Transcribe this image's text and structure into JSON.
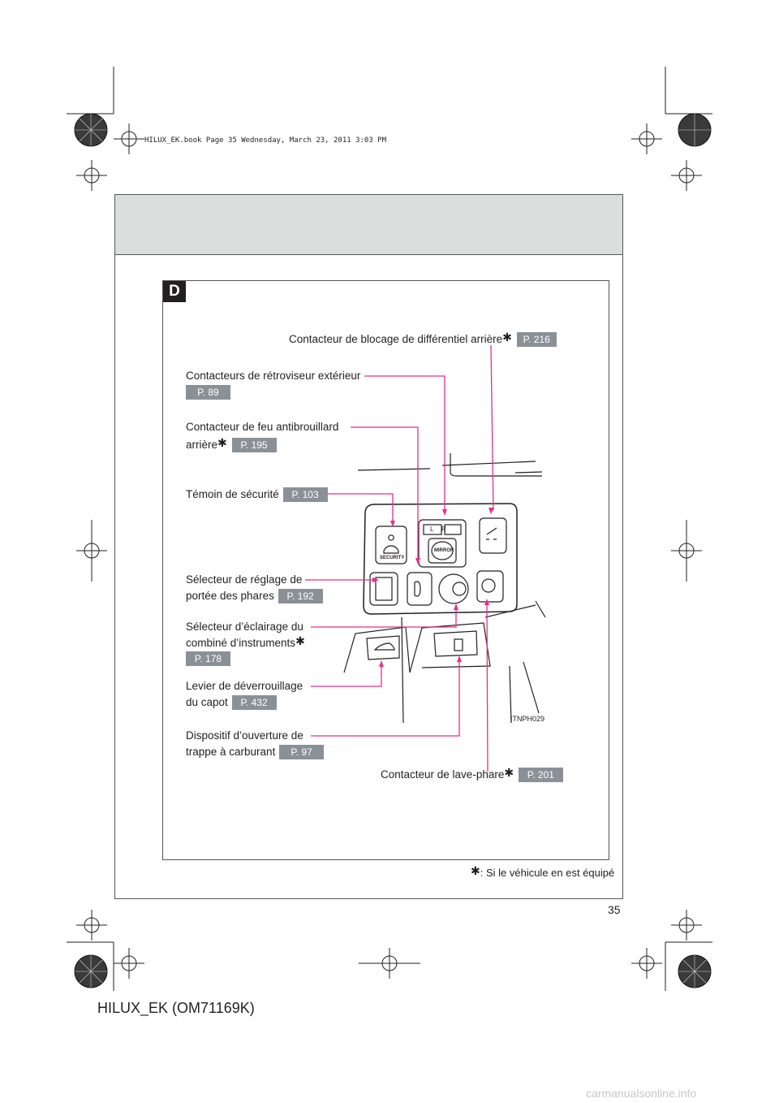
{
  "header": {
    "book_stamp": "HILUX_EK.book  Page 35  Wednesday, March 23, 2011  3:03 PM"
  },
  "section": {
    "tag": "D"
  },
  "labels": {
    "diff_lock": {
      "text": "Contacteur de blocage de différentiel arrière",
      "star": "✱",
      "ref": "P. 216"
    },
    "mirror": {
      "text": "Contacteurs de rétroviseur extérieur",
      "ref": "P. 89"
    },
    "fog_line1": "Contacteur de feu antibrouillard",
    "fog_line2": "arrière",
    "fog_star": "✱",
    "fog_ref": "P. 195",
    "security": {
      "text": "Témoin de sécurité",
      "ref": "P. 103"
    },
    "leveling_line1": "Sélecteur de réglage de",
    "leveling_line2": "portée des phares",
    "leveling_ref": "P. 192",
    "cluster_line1": "Sélecteur d’éclairage du",
    "cluster_line2": "combiné d’instruments",
    "cluster_star": "✱",
    "cluster_ref": "P. 178",
    "hood_line1": "Levier de déverrouillage",
    "hood_line2": "du capot",
    "hood_ref": "P. 432",
    "fuel_line1": "Dispositif d’ouverture de",
    "fuel_line2": "trappe à carburant",
    "fuel_ref": "P. 97",
    "washer": {
      "text": "Contacteur de lave-phare",
      "star": "✱",
      "ref": "P. 201"
    }
  },
  "photo": {
    "code": "ITNPH029",
    "security_text": "SECURITY",
    "mirror_text": "MIRROR",
    "mirror_l": "L",
    "mirror_r": "R"
  },
  "footnote": {
    "star": "✱",
    "text": ": Si le véhicule en est équipé"
  },
  "page_number": "35",
  "document_id": "HILUX_EK (OM71169K)",
  "watermark": "carmanualsonline.info",
  "colors": {
    "leader": "#e62e8b",
    "ref_bg": "#8a9096",
    "band": "#dcdddd"
  }
}
